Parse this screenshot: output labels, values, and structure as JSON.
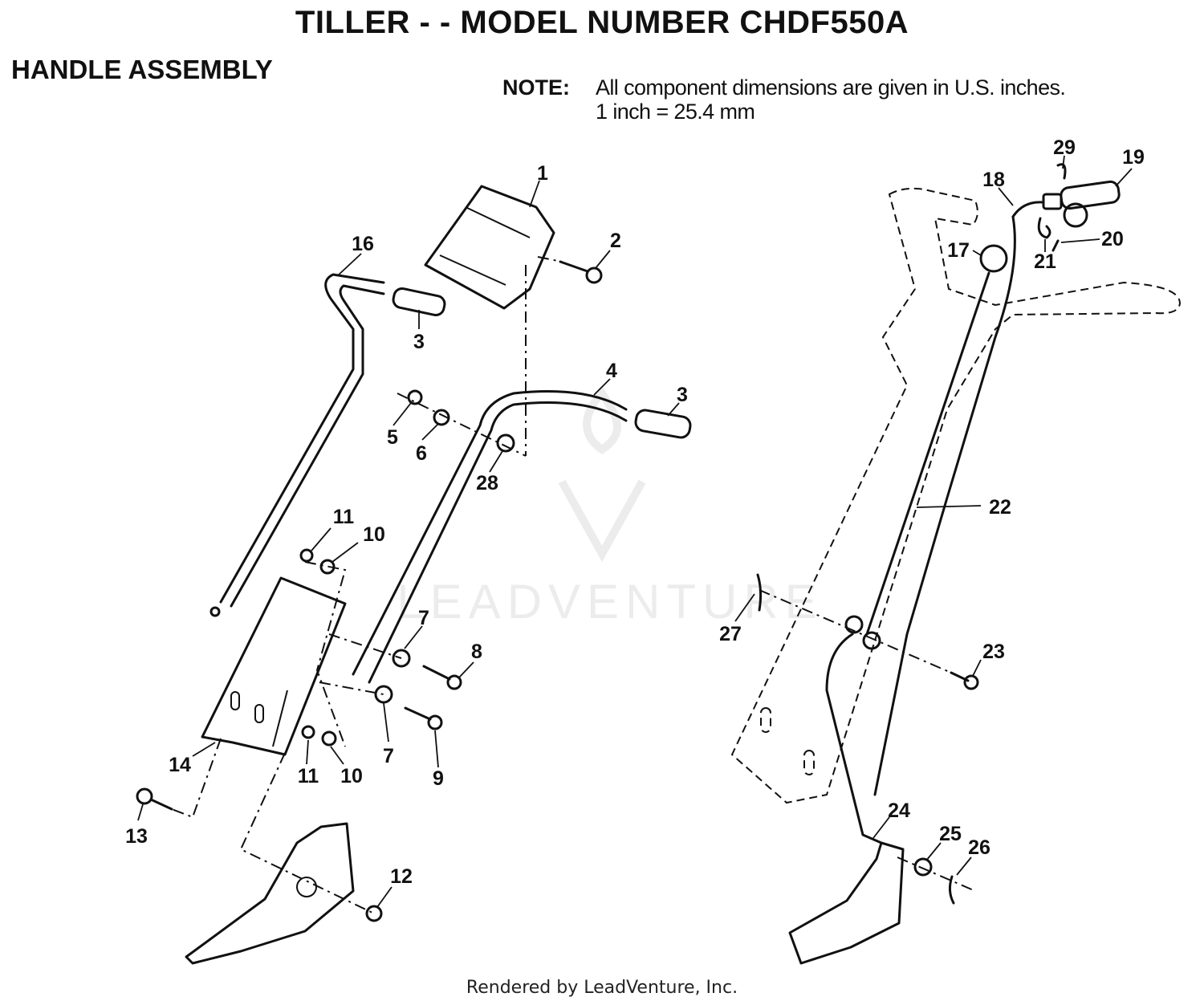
{
  "header": {
    "title": "TILLER - - MODEL NUMBER CHDF550A",
    "section": "HANDLE ASSEMBLY"
  },
  "note": {
    "label": "NOTE:",
    "line1": "All component dimensions are given in U.S. inches.",
    "line2": "1 inch = 25.4 mm"
  },
  "watermark": {
    "text": "LEADVENTURE"
  },
  "footer": {
    "text": "Rendered by LeadVenture, Inc."
  },
  "callouts": {
    "c1": "1",
    "c2": "2",
    "c3a": "3",
    "c3b": "3",
    "c4": "4",
    "c5": "5",
    "c6": "6",
    "c7a": "7",
    "c7b": "7",
    "c8": "8",
    "c9": "9",
    "c10a": "10",
    "c10b": "10",
    "c11a": "11",
    "c11b": "11",
    "c12": "12",
    "c13": "13",
    "c14": "14",
    "c16": "16",
    "c17": "17",
    "c18": "18",
    "c19": "19",
    "c20": "20",
    "c21": "21",
    "c22": "22",
    "c23": "23",
    "c24": "24",
    "c25": "25",
    "c26": "26",
    "c27": "27",
    "c28": "28",
    "c29": "29"
  }
}
